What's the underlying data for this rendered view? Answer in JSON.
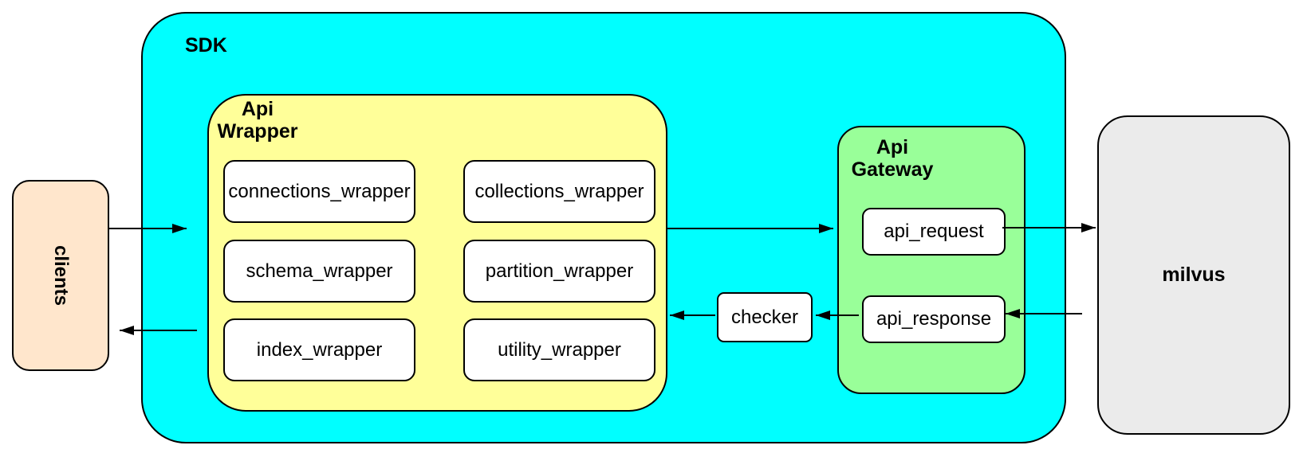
{
  "colors": {
    "canvas-bg": "#ffffff",
    "sdk-bg": "#00ffff",
    "wrapper-bg": "#ffff99",
    "gateway-bg": "#99ff99",
    "clients-bg": "#ffe6cc",
    "milvus-bg": "#ebebeb",
    "node-bg": "#ffffff",
    "border": "#000000",
    "arrow": "#000000"
  },
  "diagram": {
    "clients": {
      "label": "clients"
    },
    "sdk": {
      "label": "SDK",
      "api_wrapper": {
        "label": "Api\nWrapper",
        "items": [
          "connections_wrapper",
          "collections_wrapper",
          "schema_wrapper",
          "partition_wrapper",
          "index_wrapper",
          "utility_wrapper"
        ]
      },
      "checker": {
        "label": "checker"
      },
      "api_gateway": {
        "label": "Api\nGateway",
        "items": [
          "api_request",
          "api_response"
        ]
      }
    },
    "milvus": {
      "label": "milvus"
    }
  }
}
